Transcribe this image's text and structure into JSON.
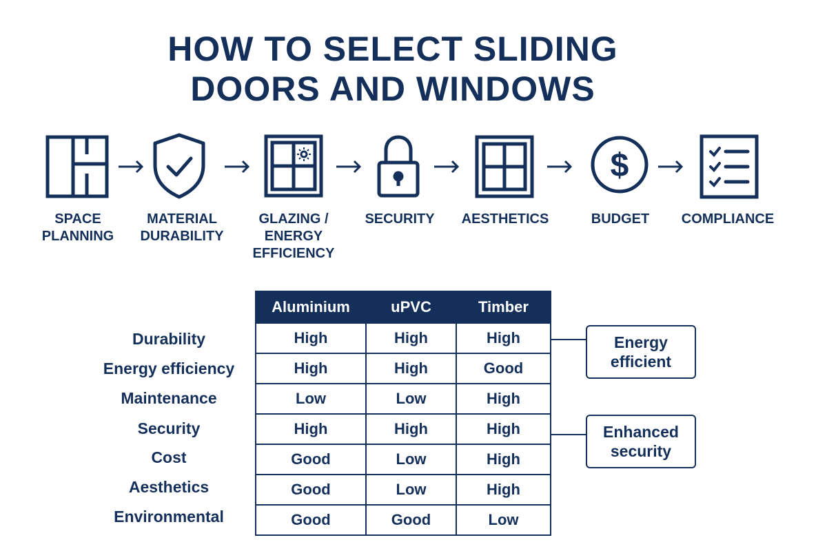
{
  "title": "HOW TO SELECT SLIDING\nDOORS AND WINDOWS",
  "colors": {
    "primary": "#14305a",
    "background": "#ffffff"
  },
  "steps": [
    {
      "icon": "floor-plan-icon",
      "label": "SPACE\nPLANNING"
    },
    {
      "icon": "shield-check-icon",
      "label": "MATERIAL\nDURABILITY"
    },
    {
      "icon": "sun-window-icon",
      "label": "GLAZING /\nENERGY\nEFFICIENCY"
    },
    {
      "icon": "padlock-icon",
      "label": "SECURITY"
    },
    {
      "icon": "window-icon",
      "label": "AESTHETICS"
    },
    {
      "icon": "dollar-icon",
      "label": "BUDGET"
    },
    {
      "icon": "checklist-icon",
      "label": "COMPLIANCE"
    }
  ],
  "table": {
    "columns": [
      "Aluminium",
      "uPVC",
      "Timber"
    ],
    "row_labels": [
      "Durability",
      "Energy efficiency",
      "Maintenance",
      "Security",
      "Cost",
      "Aesthetics",
      "Environmental"
    ],
    "rows": [
      [
        "High",
        "High",
        "High"
      ],
      [
        "High",
        "High",
        "Good"
      ],
      [
        "Low",
        "Low",
        "High"
      ],
      [
        "High",
        "High",
        "High"
      ],
      [
        "Good",
        "Low",
        "High"
      ],
      [
        "Good",
        "Low",
        "High"
      ],
      [
        "Good",
        "Good",
        "Low"
      ]
    ]
  },
  "callouts": [
    {
      "text": "Energy\nefficient"
    },
    {
      "text": "Enhanced\nsecurity"
    }
  ]
}
